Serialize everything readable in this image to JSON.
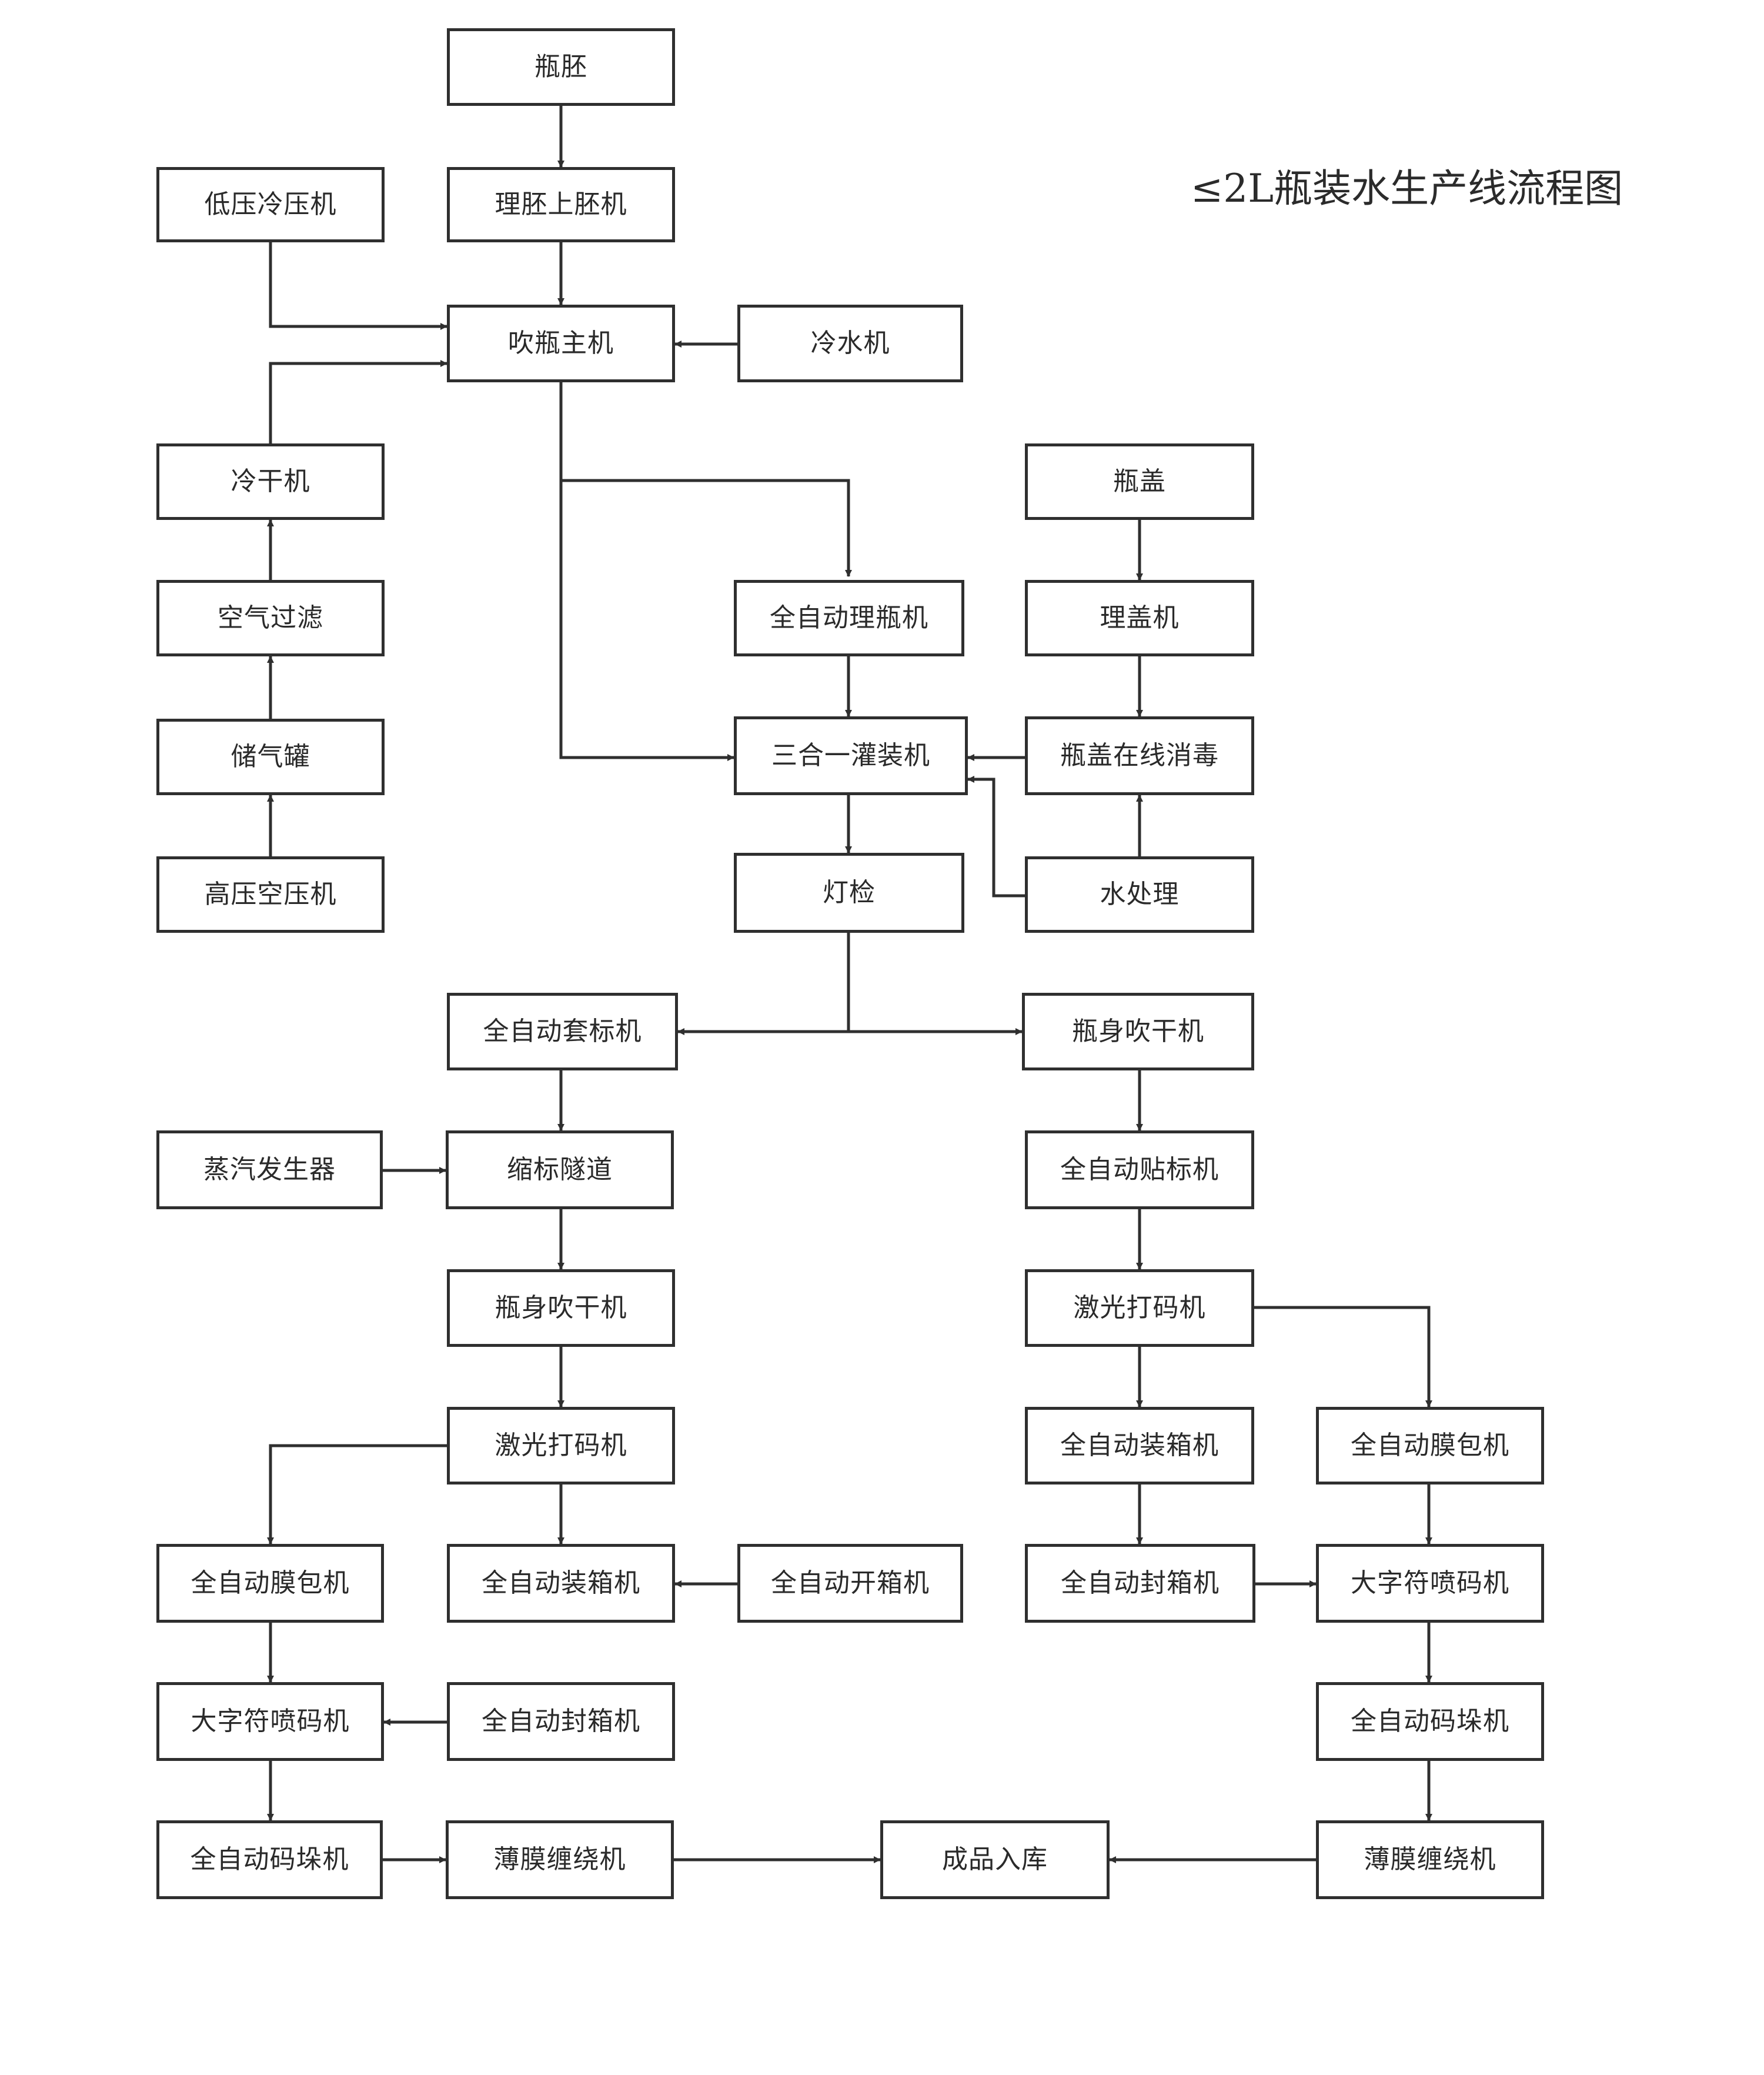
{
  "title": "≤2L瓶装水生产线流程图",
  "colors": {
    "box_border": "#2f2f2f",
    "text": "#2a2a2a",
    "background": "#ffffff"
  },
  "nodes": {
    "bottle_preform": "瓶胚",
    "preform_loader": "理胚上胚机",
    "low_pressure_compressor": "低压冷压机",
    "blow_molding_machine": "吹瓶主机",
    "water_chiller": "冷水机",
    "refrigerated_dryer": "冷干机",
    "air_filter": "空气过滤",
    "air_tank": "储气罐",
    "high_pressure_compressor": "高压空压机",
    "bottle_cap": "瓶盖",
    "auto_bottle_unscrambler": "全自动理瓶机",
    "cap_sorter": "理盖机",
    "filling_machine": "三合一灌装机",
    "cap_sterilizer": "瓶盖在线消毒",
    "light_inspection": "灯检",
    "water_treatment": "水处理",
    "auto_sleeve_labeler": "全自动套标机",
    "bottle_dryer_right": "瓶身吹干机",
    "steam_generator": "蒸汽发生器",
    "shrink_tunnel": "缩标隧道",
    "auto_labeler": "全自动贴标机",
    "bottle_dryer_left": "瓶身吹干机",
    "laser_coder_right": "激光打码机",
    "laser_coder_left": "激光打码机",
    "auto_case_packer_right": "全自动装箱机",
    "auto_film_wrapper_right": "全自动膜包机",
    "auto_film_wrapper_left": "全自动膜包机",
    "auto_case_packer_left": "全自动装箱机",
    "auto_case_erector": "全自动开箱机",
    "auto_case_sealer_right": "全自动封箱机",
    "large_char_printer_right": "大字符喷码机",
    "large_char_printer_left": "大字符喷码机",
    "auto_case_sealer_left": "全自动封箱机",
    "auto_palletizer_right": "全自动码垛机",
    "auto_palletizer_left": "全自动码垛机",
    "stretch_wrapper_left": "薄膜缠绕机",
    "finished_goods_storage": "成品入库",
    "stretch_wrapper_right": "薄膜缠绕机"
  },
  "edges": [
    [
      "bottle_preform",
      "preform_loader"
    ],
    [
      "preform_loader",
      "blow_molding_machine"
    ],
    [
      "low_pressure_compressor",
      "blow_molding_machine"
    ],
    [
      "water_chiller",
      "blow_molding_machine"
    ],
    [
      "high_pressure_compressor",
      "air_tank"
    ],
    [
      "air_tank",
      "air_filter"
    ],
    [
      "air_filter",
      "refrigerated_dryer"
    ],
    [
      "refrigerated_dryer",
      "blow_molding_machine"
    ],
    [
      "blow_molding_machine",
      "auto_bottle_unscrambler"
    ],
    [
      "blow_molding_machine",
      "filling_machine"
    ],
    [
      "auto_bottle_unscrambler",
      "filling_machine"
    ],
    [
      "bottle_cap",
      "cap_sorter"
    ],
    [
      "cap_sorter",
      "cap_sterilizer"
    ],
    [
      "water_treatment",
      "cap_sterilizer"
    ],
    [
      "water_treatment",
      "filling_machine"
    ],
    [
      "cap_sterilizer",
      "filling_machine"
    ],
    [
      "filling_machine",
      "light_inspection"
    ],
    [
      "light_inspection",
      "auto_sleeve_labeler"
    ],
    [
      "light_inspection",
      "bottle_dryer_right"
    ],
    [
      "auto_sleeve_labeler",
      "shrink_tunnel"
    ],
    [
      "steam_generator",
      "shrink_tunnel"
    ],
    [
      "shrink_tunnel",
      "bottle_dryer_left"
    ],
    [
      "bottle_dryer_left",
      "laser_coder_left"
    ],
    [
      "laser_coder_left",
      "auto_film_wrapper_left"
    ],
    [
      "laser_coder_left",
      "auto_case_packer_left"
    ],
    [
      "auto_case_erector",
      "auto_case_packer_left"
    ],
    [
      "auto_film_wrapper_left",
      "large_char_printer_left"
    ],
    [
      "auto_case_sealer_left",
      "large_char_printer_left"
    ],
    [
      "large_char_printer_left",
      "auto_palletizer_left"
    ],
    [
      "auto_palletizer_left",
      "stretch_wrapper_left"
    ],
    [
      "stretch_wrapper_left",
      "finished_goods_storage"
    ],
    [
      "bottle_dryer_right",
      "auto_labeler"
    ],
    [
      "auto_labeler",
      "laser_coder_right"
    ],
    [
      "laser_coder_right",
      "auto_case_packer_right"
    ],
    [
      "laser_coder_right",
      "auto_film_wrapper_right"
    ],
    [
      "auto_case_packer_right",
      "auto_case_sealer_right"
    ],
    [
      "auto_case_sealer_right",
      "large_char_printer_right"
    ],
    [
      "auto_film_wrapper_right",
      "large_char_printer_right"
    ],
    [
      "large_char_printer_right",
      "auto_palletizer_right"
    ],
    [
      "auto_palletizer_right",
      "stretch_wrapper_right"
    ],
    [
      "stretch_wrapper_right",
      "finished_goods_storage"
    ]
  ]
}
